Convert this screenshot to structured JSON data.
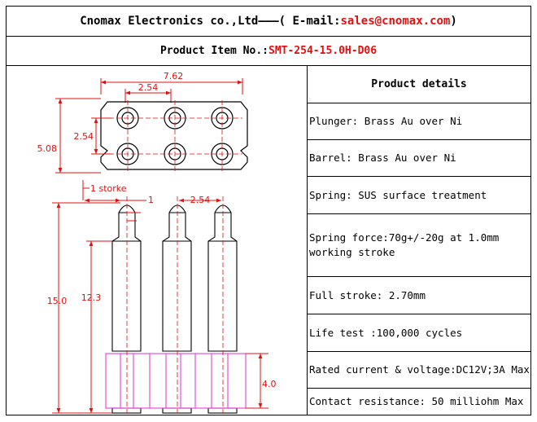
{
  "header": {
    "company": "Cnomax Electronics co.,Ltd———( E-mail: ",
    "email": "sales@cnomax.com",
    "close": ")"
  },
  "product": {
    "label": "Product Item No.: ",
    "item_no": "SMT-254-15.0H-D06"
  },
  "drawing": {
    "dim_width": "7.62",
    "dim_pitch_top": "2.54",
    "dim_pitch_side": "2.54",
    "dim_height": "5.08",
    "dim_stroke_label": "1 storke",
    "dim_one": "1",
    "dim_pitch_side_view": "2.54",
    "dim_total_length": "15.0",
    "dim_body_length": "12.3",
    "dim_base_height": "4.0"
  },
  "details": {
    "title": "Product details",
    "items": [
      "Plunger: Brass Au over Ni",
      "Barrel: Brass Au over Ni",
      "Spring: SUS surface treatment",
      "Spring force:70g+/-20g at 1.0mm working stroke",
      "Full stroke: 2.70mm",
      "Life test :100,000 cycles",
      "Rated current & voltage:DC12V;3A Max",
      "Contact resistance: 50 milliohm Max"
    ]
  },
  "colors": {
    "dimension": "#e01010",
    "base": "#e040e0",
    "outline": "#000000"
  }
}
